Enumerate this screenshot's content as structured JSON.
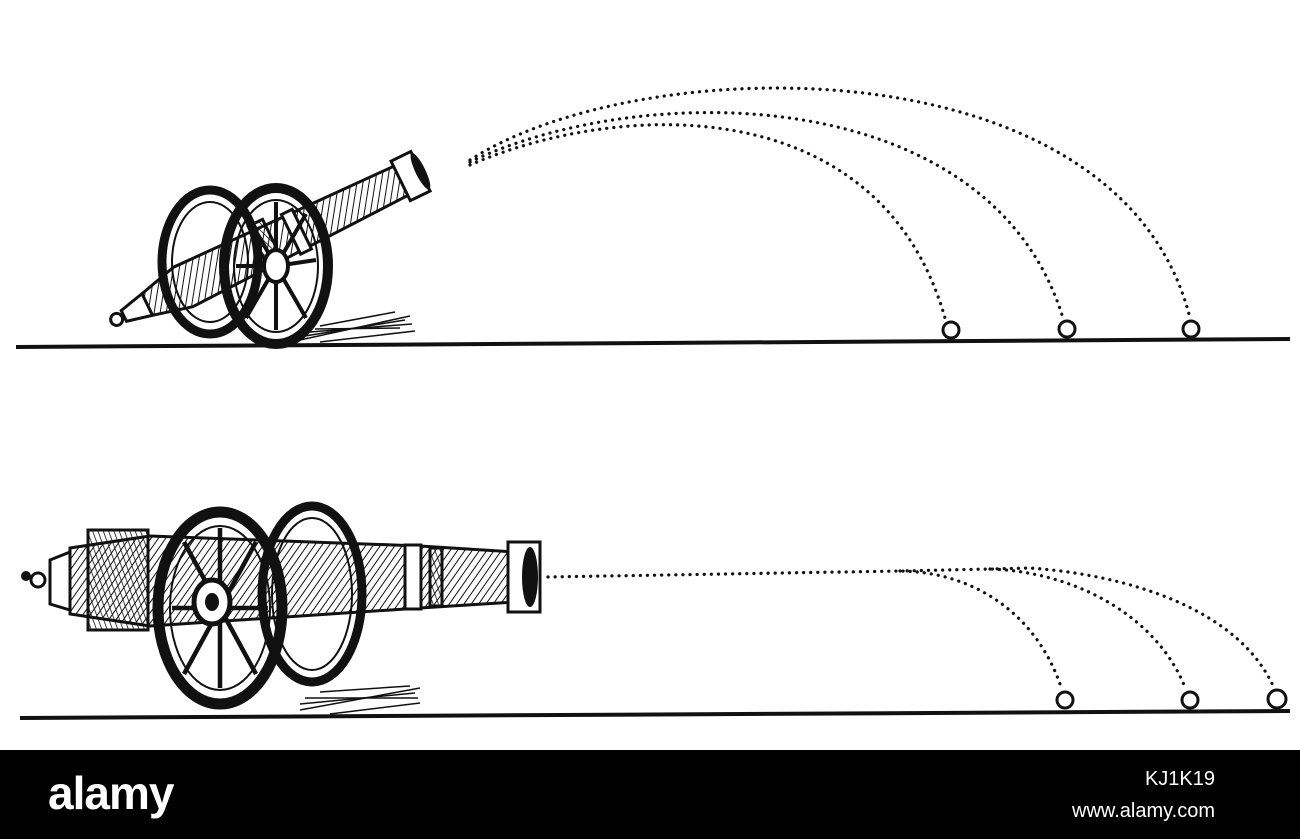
{
  "colors": {
    "ink": "#111111",
    "paper": "#ffffff",
    "footer_background": "#000000",
    "footer_text": "#ffffff"
  },
  "illustration": {
    "panels": [
      {
        "subject": "cannon tilted upward",
        "trajectory_count": 3,
        "cannonball_count": 3
      },
      {
        "subject": "cannon horizontal",
        "trajectory_count": 3,
        "cannonball_count": 3
      }
    ]
  },
  "footer": {
    "brand": "alamy",
    "image_id": "KJ1K19",
    "site": "www.alamy.com"
  }
}
